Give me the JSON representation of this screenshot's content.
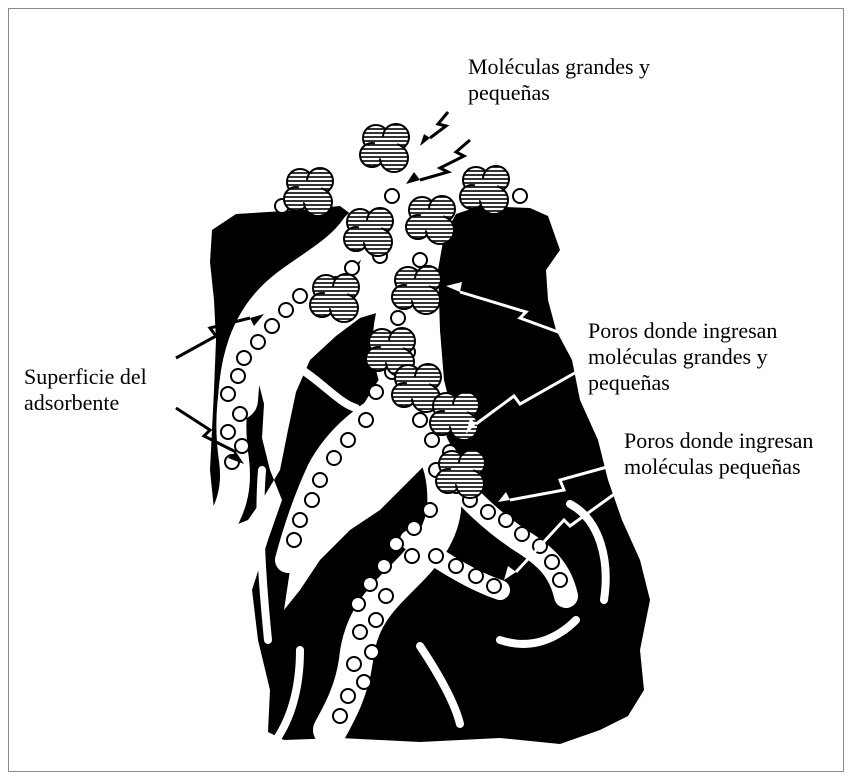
{
  "labels": {
    "molecules": {
      "line1": "Moléculas grandes y",
      "line2": "pequeñas"
    },
    "surface": {
      "line1": "Superficie del",
      "line2": "adsorbente"
    },
    "large_pores": {
      "line1": "Poros donde ingresan",
      "line2": "moléculas grandes y",
      "line3": "pequeñas"
    },
    "small_pores": {
      "line1": "Poros donde ingresan",
      "line2": "moléculas pequeñas"
    }
  },
  "colors": {
    "solid": "#000000",
    "channel": "#ffffff",
    "frame_border": "#8a8a8a",
    "hatch": "#000000"
  }
}
